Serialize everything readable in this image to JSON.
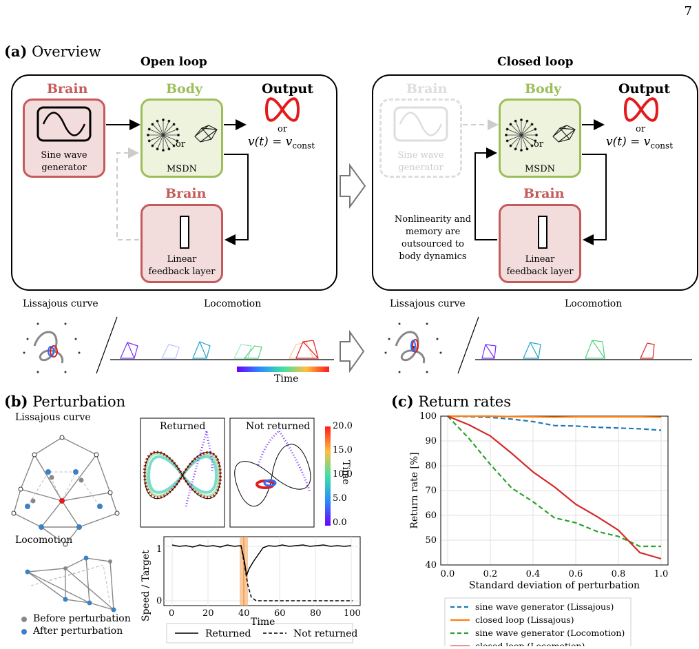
{
  "page_number": "7",
  "section_a": {
    "label": "(a)",
    "title": "Overview"
  },
  "open_loop": {
    "title": "Open loop",
    "brain_top": "Brain",
    "body": "Body",
    "output": "Output",
    "generator_line1": "Sine wave",
    "generator_line2": "generator",
    "or1": "or",
    "or2": "or",
    "velocity": "v(t) = v",
    "velocity_sub": "const",
    "msdn": "MSDN",
    "brain_bottom": "Brain",
    "feedback_line1": "Linear",
    "feedback_line2": "feedback layer"
  },
  "closed_loop": {
    "title": "Closed loop",
    "brain_top": "Brain",
    "body": "Body",
    "output": "Output",
    "generator_line1": "Sine wave",
    "generator_line2": "generator",
    "or1": "or",
    "or2": "or",
    "velocity": "v(t) = v",
    "velocity_sub": "const",
    "msdn": "MSDN",
    "brain_bottom": "Brain",
    "feedback_line1": "Linear",
    "feedback_line2": "feedback layer",
    "note_line1": "Nonlinearity and",
    "note_line2": "memory are",
    "note_line3": "outsourced to",
    "note_line4": "body dynamics"
  },
  "strip": {
    "lissajous": "Lissajous curve",
    "locomotion": "Locomotion",
    "time": "Time"
  },
  "section_b": {
    "label": "(b)",
    "title": "Perturbation",
    "lissajous": "Lissajous curve",
    "locomotion": "Locomotion",
    "legend_before": "Before perturbation",
    "legend_after": "After perturbation",
    "returned_title": "Returned",
    "not_returned_title": "Not returned",
    "colorbar_label": "Time",
    "colorbar_ticks": [
      "20.0",
      "15.0",
      "10.0",
      "5.0",
      "0.0"
    ]
  },
  "speed_plot": {
    "ylabel": "Speed / Target",
    "xlabel": "Time",
    "xticks": [
      "0",
      "20",
      "40",
      "60",
      "80",
      "100"
    ],
    "yticks": [
      "1",
      "0"
    ],
    "legend": [
      "Returned",
      "Not returned"
    ]
  },
  "section_c": {
    "label": "(c)",
    "title": "Return rates"
  },
  "chart_data": {
    "type": "line",
    "xlabel": "Standard deviation of perturbation",
    "ylabel": "Return rate [%]",
    "xlim": [
      0.0,
      1.0
    ],
    "ylim": [
      40,
      100
    ],
    "xticks": [
      "0.0",
      "0.2",
      "0.4",
      "0.6",
      "0.8",
      "1.0"
    ],
    "yticks": [
      "100",
      "90",
      "80",
      "70",
      "60",
      "50",
      "40"
    ],
    "grid": true,
    "legend_position": "bottom",
    "x": [
      0.0,
      0.1,
      0.2,
      0.3,
      0.4,
      0.5,
      0.6,
      0.7,
      0.8,
      0.9,
      1.0
    ],
    "series": [
      {
        "name": "sine wave generator (Lissajous)",
        "color": "#1f77b4",
        "dash": true,
        "values": [
          100,
          99.8,
          99.5,
          98.8,
          97.8,
          96.2,
          96.0,
          95.5,
          95.2,
          94.9,
          94.3
        ]
      },
      {
        "name": "closed loop (Lissajous)",
        "color": "#ff7f0e",
        "dash": false,
        "values": [
          100,
          100,
          100,
          99.8,
          99.7,
          99.6,
          99.7,
          99.7,
          99.7,
          99.7,
          99.6
        ]
      },
      {
        "name": "sine wave generator (Locomotion)",
        "color": "#2ca02c",
        "dash": true,
        "values": [
          100,
          91,
          80.5,
          71,
          65.5,
          59,
          57,
          53.5,
          51.5,
          47.5,
          47.5
        ]
      },
      {
        "name": "closed loop (Locomotion)",
        "color": "#d62728",
        "dash": false,
        "values": [
          100,
          96.5,
          92,
          85,
          77.5,
          71.5,
          64.5,
          59.5,
          54,
          45,
          42.5
        ]
      }
    ]
  }
}
